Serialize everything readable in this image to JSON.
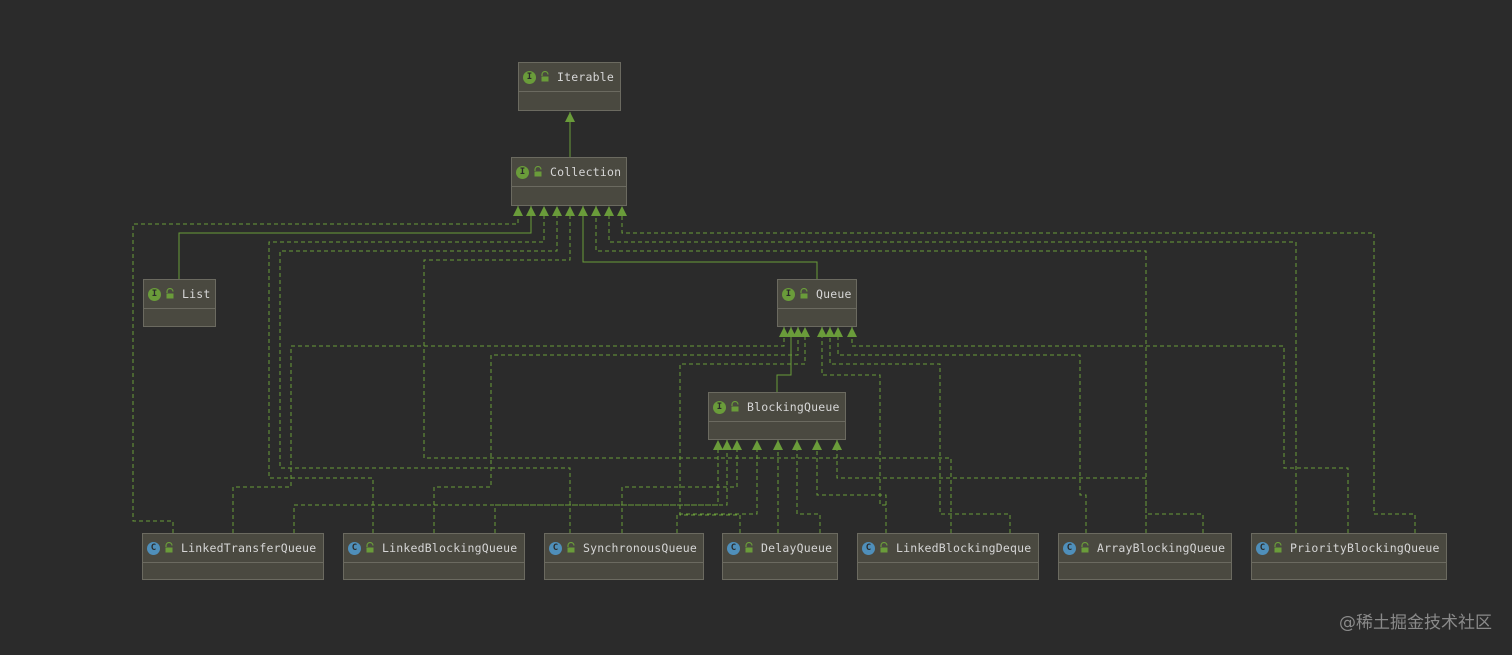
{
  "nodes": {
    "iterable": {
      "name": "Iterable",
      "badge": "I",
      "kind": "interface"
    },
    "collection": {
      "name": "Collection",
      "badge": "I",
      "kind": "interface"
    },
    "list": {
      "name": "List",
      "badge": "I",
      "kind": "interface"
    },
    "queue": {
      "name": "Queue",
      "badge": "I",
      "kind": "interface"
    },
    "blockingqueue": {
      "name": "BlockingQueue",
      "badge": "I",
      "kind": "interface"
    },
    "linkedtransferqueue": {
      "name": "LinkedTransferQueue",
      "badge": "C",
      "kind": "class"
    },
    "linkedblockingqueue": {
      "name": "LinkedBlockingQueue",
      "badge": "C",
      "kind": "class"
    },
    "synchronousqueue": {
      "name": "SynchronousQueue",
      "badge": "C",
      "kind": "class"
    },
    "delayqueue": {
      "name": "DelayQueue",
      "badge": "C",
      "kind": "class"
    },
    "linkedblockingdeque": {
      "name": "LinkedBlockingDeque",
      "badge": "C",
      "kind": "class"
    },
    "arrayblockingqueue": {
      "name": "ArrayBlockingQueue",
      "badge": "C",
      "kind": "class"
    },
    "priorityblockingqueue": {
      "name": "PriorityBlockingQueue",
      "badge": "C",
      "kind": "class"
    }
  },
  "colors": {
    "background": "#2b2b2b",
    "node_fill": "#4a4940",
    "edge": "#6a9c3a",
    "interface_badge": "#6a9c3a",
    "class_badge": "#4f8fba",
    "text": "#d6d6d6"
  },
  "watermark": "@稀土掘金技术社区"
}
